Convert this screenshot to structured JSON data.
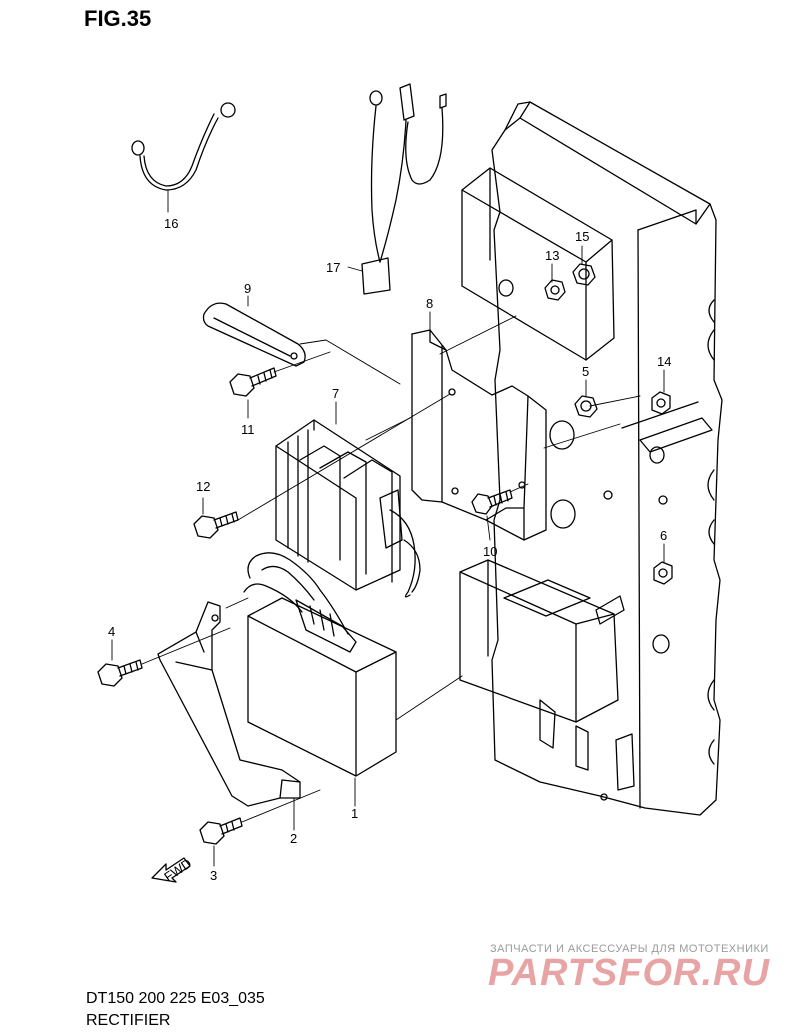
{
  "figure": {
    "title": "FIG.35",
    "model_code": "DT150 200 225 E03_035",
    "part_name": "RECTIFIER"
  },
  "watermark": {
    "tagline": "ЗАПЧАСТИ И АКСЕССУАРЫ ДЛЯ МОТОТЕХНИКИ",
    "logo_text": "PARTSFOR.RU"
  },
  "fwd_arrow_label": "FWD",
  "callouts": [
    "1",
    "2",
    "3",
    "4",
    "5",
    "6",
    "7",
    "8",
    "9",
    "10",
    "11",
    "12",
    "13",
    "14",
    "15",
    "16",
    "17"
  ]
}
